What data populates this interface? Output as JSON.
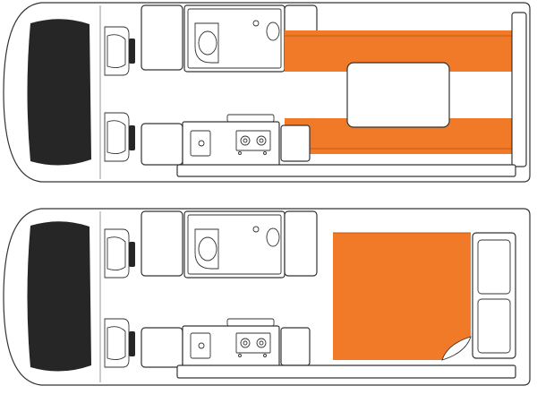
{
  "diagram": {
    "type": "campervan-floor-plans",
    "layouts": [
      {
        "label": "",
        "configuration": "day",
        "features": [
          "windscreen",
          "driver-seat",
          "passenger-seat",
          "bathroom",
          "toilet",
          "hand-basin",
          "kitchen-sink",
          "two-burner-cooktop",
          "fridge",
          "side-seating",
          "dining-table",
          "cabinets"
        ]
      },
      {
        "label": "",
        "configuration": "night",
        "features": [
          "windscreen",
          "driver-seat",
          "passenger-seat",
          "bathroom",
          "toilet",
          "hand-basin",
          "kitchen-sink",
          "two-burner-cooktop",
          "fridge",
          "double-bed",
          "cabinets"
        ]
      }
    ],
    "colors": {
      "upholstery": "#f07a28",
      "windscreen": "#262626",
      "outline": "#333333",
      "background": "#ffffff"
    }
  }
}
